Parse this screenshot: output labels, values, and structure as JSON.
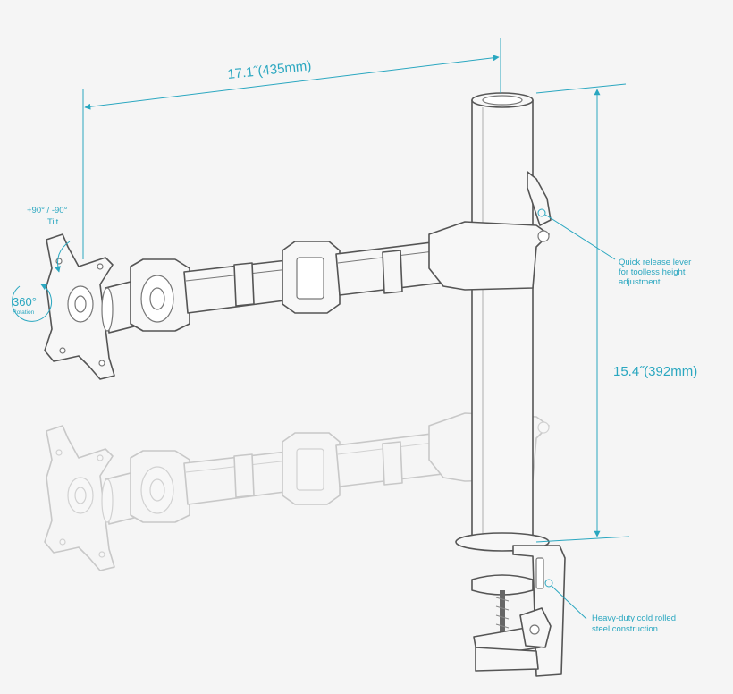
{
  "dimensions": {
    "arm_length": "17.1˝(435mm)",
    "pole_height": "15.4˝(392mm)"
  },
  "tilt": {
    "angle": "+90° / -90°",
    "label": "Tilt"
  },
  "rotation": {
    "degrees": "360°",
    "label": "Rotation"
  },
  "callouts": {
    "lever": [
      "Quick release lever",
      "for toolless height",
      "adjustment"
    ],
    "clamp": [
      "Heavy-duty cold rolled",
      "steel construction"
    ]
  },
  "colors": {
    "accent": "#2aa7c0",
    "outline": "#555555",
    "background": "#f5f5f5"
  }
}
